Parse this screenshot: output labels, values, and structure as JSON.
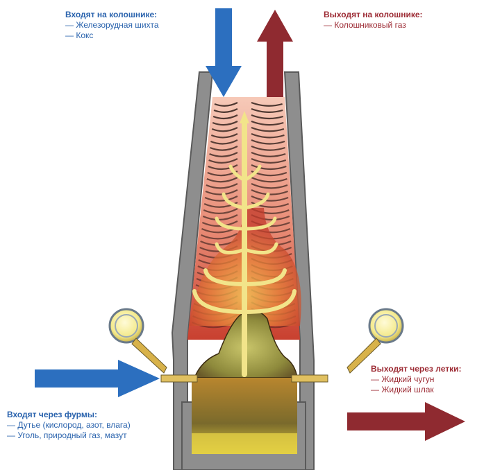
{
  "top_in": {
    "heading": "Входят на колошнике:",
    "items": [
      "— Железорудная шихта",
      "— Кокс"
    ]
  },
  "top_out": {
    "heading": "Выходят на колошнике:",
    "items": [
      "— Колошниковый газ"
    ]
  },
  "bottom_in": {
    "heading": "Входят через фурмы:",
    "items": [
      "— Дутье (кислород, азот, влага)",
      "— Уголь, природный газ, мазут"
    ]
  },
  "bottom_out": {
    "heading": "Выходят через летки:",
    "items": [
      "— Жидкий чугун",
      "— Жидкий шлак"
    ]
  },
  "colors": {
    "blue_arrow": "#2c6fbf",
    "red_arrow": "#8f2a30",
    "wall": "#8e8e8e",
    "shell": "#5a5a5a",
    "gas_yellow": "#f2e48a",
    "hot_red": "#d9463a"
  }
}
